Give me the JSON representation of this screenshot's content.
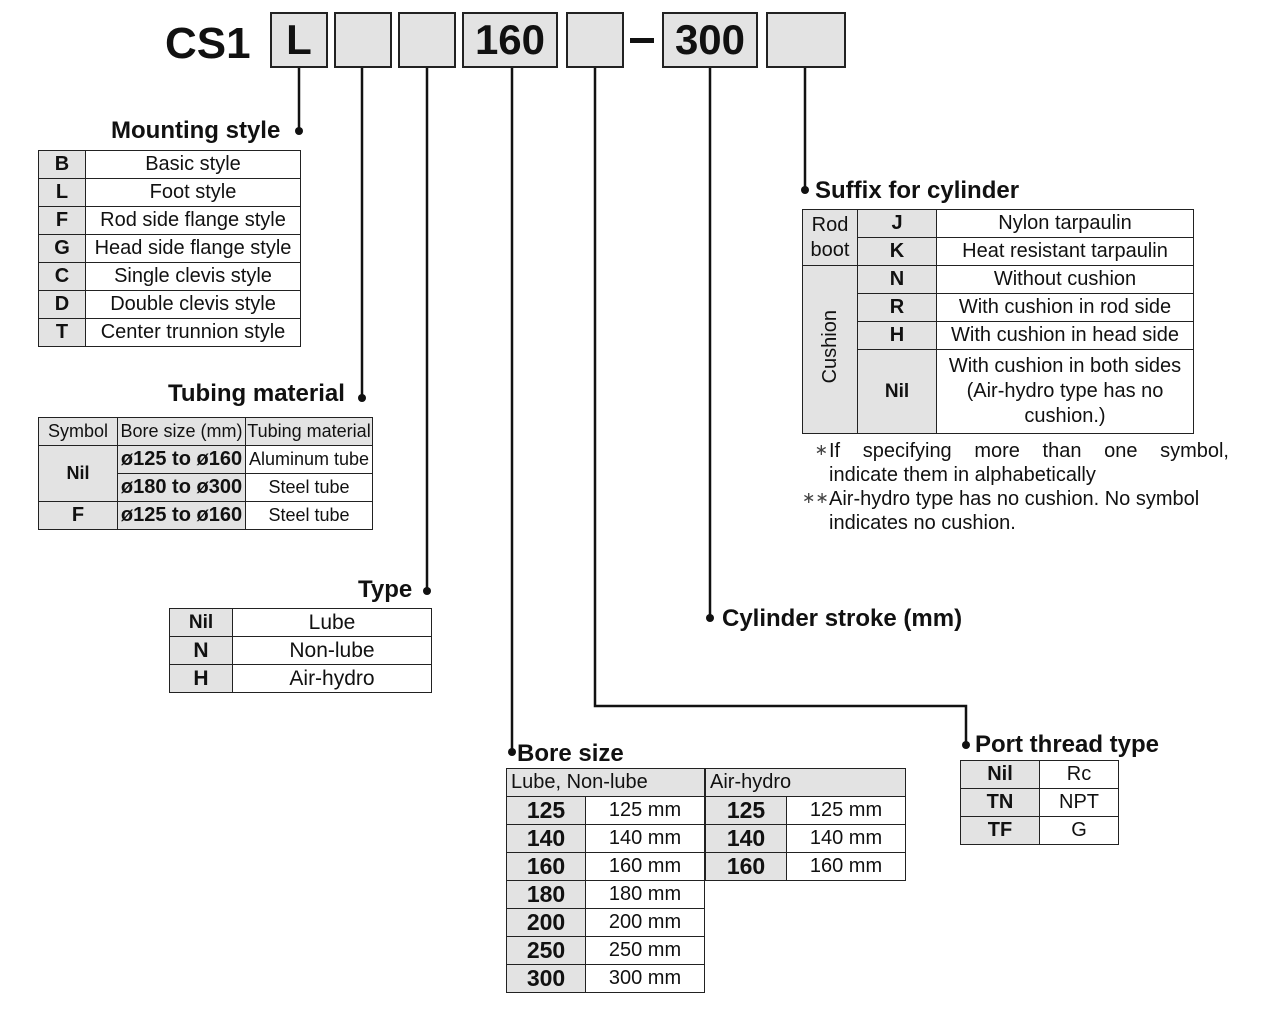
{
  "model": {
    "prefix": "CS1",
    "boxes": [
      "L",
      "",
      "",
      "160",
      "",
      "300",
      ""
    ],
    "separator": "–"
  },
  "mounting_style": {
    "heading": "Mounting style",
    "rows": [
      {
        "symbol": "B",
        "label": "Basic style"
      },
      {
        "symbol": "L",
        "label": "Foot style"
      },
      {
        "symbol": "F",
        "label": "Rod side flange style"
      },
      {
        "symbol": "G",
        "label": "Head side flange style"
      },
      {
        "symbol": "C",
        "label": "Single clevis style"
      },
      {
        "symbol": "D",
        "label": "Double clevis style"
      },
      {
        "symbol": "T",
        "label": "Center trunnion style"
      }
    ]
  },
  "tubing_material": {
    "heading": "Tubing material",
    "columns": [
      "Symbol",
      "Bore size (mm)",
      "Tubing material"
    ],
    "rows": [
      {
        "symbol": "Nil",
        "bore": "ø125 to ø160",
        "material": "Aluminum tube"
      },
      {
        "symbol": "",
        "bore": "ø180 to ø300",
        "material": "Steel tube"
      },
      {
        "symbol": "F",
        "bore": "ø125 to ø160",
        "material": "Steel tube"
      }
    ]
  },
  "type": {
    "heading": "Type",
    "rows": [
      {
        "symbol": "Nil",
        "label": "Lube"
      },
      {
        "symbol": "N",
        "label": "Non-lube"
      },
      {
        "symbol": "H",
        "label": "Air-hydro"
      }
    ]
  },
  "bore_size": {
    "heading": "Bore size",
    "group_lube": "Lube, Non-lube",
    "group_air": "Air-hydro",
    "lube_rows": [
      {
        "code": "125",
        "size": "125 mm"
      },
      {
        "code": "140",
        "size": "140 mm"
      },
      {
        "code": "160",
        "size": "160 mm"
      },
      {
        "code": "180",
        "size": "180 mm"
      },
      {
        "code": "200",
        "size": "200 mm"
      },
      {
        "code": "250",
        "size": "250 mm"
      },
      {
        "code": "300",
        "size": "300 mm"
      }
    ],
    "air_rows": [
      {
        "code": "125",
        "size": "125 mm"
      },
      {
        "code": "140",
        "size": "140 mm"
      },
      {
        "code": "160",
        "size": "160 mm"
      }
    ]
  },
  "cylinder_stroke": {
    "heading": "Cylinder stroke (mm)"
  },
  "port_thread": {
    "heading": "Port thread type",
    "rows": [
      {
        "symbol": "Nil",
        "label": "Rc"
      },
      {
        "symbol": "TN",
        "label": "NPT"
      },
      {
        "symbol": "TF",
        "label": "G"
      }
    ]
  },
  "suffix": {
    "heading": "Suffix for cylinder",
    "rod_boot_label_1": "Rod",
    "rod_boot_label_2": "boot",
    "cushion_label": "Cushion",
    "rows": [
      {
        "symbol": "J",
        "label": "Nylon tarpaulin"
      },
      {
        "symbol": "K",
        "label": "Heat resistant tarpaulin"
      },
      {
        "symbol": "N",
        "label": "Without cushion"
      },
      {
        "symbol": "R",
        "label": "With cushion in rod side"
      },
      {
        "symbol": "H",
        "label": "With cushion in head side"
      }
    ],
    "nil_row": {
      "symbol": "Nil",
      "line1": "With cushion in both sides",
      "line2": "(Air-hydro type has no",
      "line3": "cushion.)"
    }
  },
  "notes": [
    {
      "mark": "∗",
      "line1": "If specifying more than one symbol,",
      "line2": "indicate them in alphabetically"
    },
    {
      "mark": "∗∗",
      "line1": "Air-hydro type has no cushion. No symbol",
      "line2": "indicates no cushion."
    }
  ]
}
